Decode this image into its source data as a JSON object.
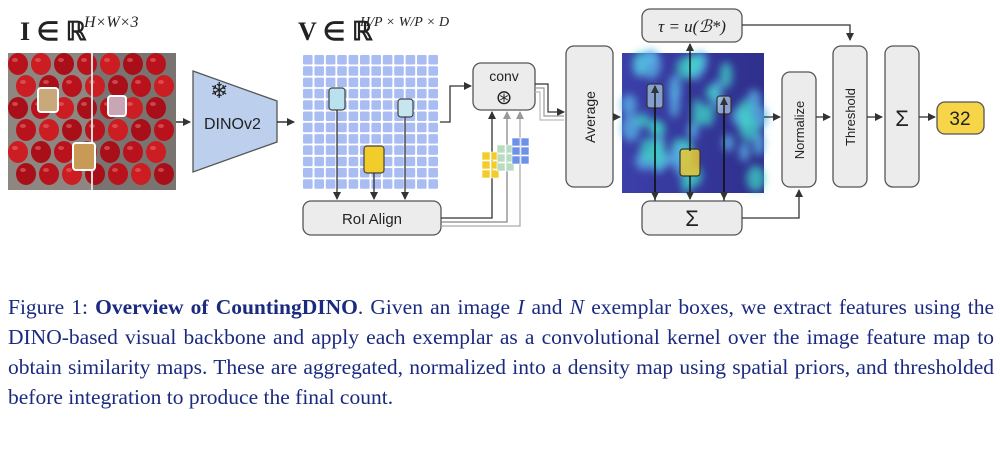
{
  "figure": {
    "input_label": "I ∈ ℝ",
    "input_sup": "H×W×3",
    "feature_label": "V ∈ ℝ",
    "feature_sup": "H/P × W/P × D",
    "backbone_label": "DINOv2",
    "backbone_icon": "snowflake-icon",
    "roi_label": "RoI Align",
    "conv_label": "conv",
    "conv_symbol": "⊛",
    "average_label": "Average",
    "tau_label": "τ = u(ℬ*)",
    "sum_label": "Σ",
    "normalize_label": "Normalize",
    "threshold_label": "Threshold",
    "final_sum_label": "Σ",
    "output_value": "32",
    "colors": {
      "feature_grid": "#aabdf2",
      "backbone_fill": "#bcd0ee",
      "box_fill": "#ececec",
      "output_fill": "#f7d548",
      "exemplar_blue": "#b9e2ee",
      "exemplar_yellow": "#f2cc2a"
    }
  },
  "caption": {
    "prefix": "Figure 1: ",
    "title": "Overview of CountingDINO",
    "text_1": ". Given an image ",
    "var_i": "I",
    "text_2": " and ",
    "var_n": "N",
    "text_3": " exemplar boxes, we extract features using the DINO-based visual backbone and apply each exemplar as a convolutional kernel over the image feature map to obtain similarity maps. These are aggregated, normalized into a density map using spatial priors, and thresholded before integration to produce the final count."
  }
}
